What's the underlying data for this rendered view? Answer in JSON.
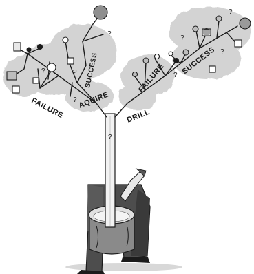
{
  "illustration": {
    "left_branch": {
      "failure_label": "FAILURE",
      "acquire_label": "AQUIRE",
      "success_label": "SUCCESS"
    },
    "right_branch": {
      "drill_label": "DRILL",
      "failure_label": "FAILURE",
      "success_label": "SUCCESS"
    },
    "question_mark": "?",
    "colors": {
      "cloud": "#c9c9c9",
      "node_gray": "#9a9a9a",
      "ink": "#1b1b1b",
      "bucket": "#8c8c8c",
      "suit": "#4a4a4a"
    }
  }
}
